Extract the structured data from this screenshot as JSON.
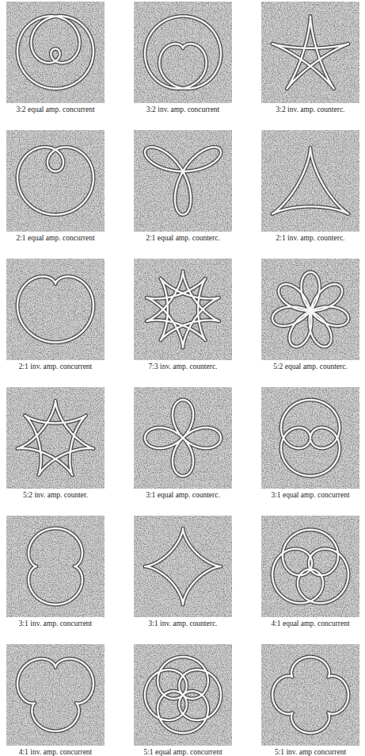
{
  "diagram": {
    "labels": [
      "3:2 equal amp. concurrent",
      "3:2 inv. amp. concurrent",
      "3:2 inv. amp. counterc.",
      "2:1 equal amp. concurrent",
      "2:1 equal amp. counterc.",
      "2:1 inv. amp. counterc.",
      "2:1 inv. amp. concurrent",
      "7:3 inv. amp. counterc.",
      "5:2 equal amp. counterc.",
      "5:2 inv. amp. counter.",
      "3:1 equal amp. counterc.",
      "3:1 equal amp. concurrent",
      "3:1 inv. amp. concurrent",
      "3:1 inv. amp. counterc.",
      "4:1 equal amp. concurrent",
      "4:1 inv. amp. concurrent",
      "5:1 equal amp. concurrent",
      "5:1 inv. amp concurrent"
    ]
  }
}
